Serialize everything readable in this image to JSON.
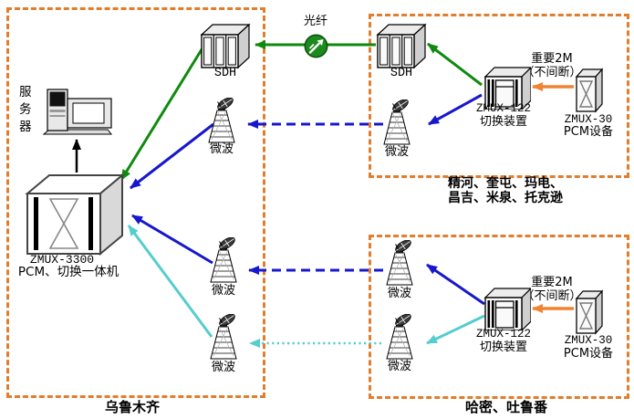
{
  "colors": {
    "region_border": "#e07e2e",
    "fiber_green": "#0e8a0e",
    "link_blue": "#1717cc",
    "link_cyan": "#55cdcd",
    "important_orange": "#f08432"
  },
  "regions": {
    "urumqi": {
      "name": "乌鲁木齐"
    },
    "north_cities": {
      "name_line1": "精河、奎屯、玛电、",
      "name_line2": "昌吉、米泉、托克逊"
    },
    "east_cities": {
      "name": "哈密、吐鲁番"
    }
  },
  "labels": {
    "server": "服务器",
    "fiber": "光纤",
    "microwave": "微波",
    "sdh": "SDH",
    "zmux3300_line1": "ZMUX-3300",
    "zmux3300_line2": "PCM、切换一体机",
    "zmux122_line1": "ZMUX-122",
    "zmux122_line2": "切换装置",
    "zmux30_line1": "ZMUX-30",
    "zmux30_line2": "PCM设备",
    "important_2m_line1": "重要2M",
    "important_2m_line2": "（不间断）"
  }
}
